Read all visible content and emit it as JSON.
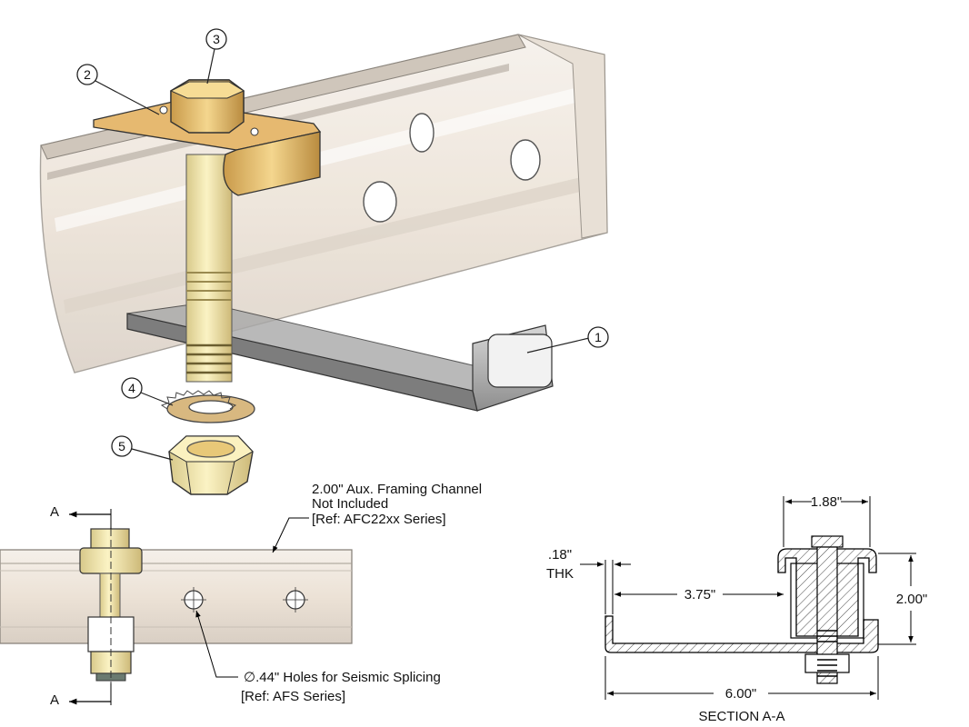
{
  "callouts": [
    "1",
    "2",
    "3",
    "4",
    "5"
  ],
  "notes": {
    "channel_line1": "2.00\" Aux. Framing Channel",
    "channel_line2": "Not Included",
    "channel_line3": "[Ref: AFC22xx Series]",
    "holes_line1": "∅.44\" Holes for Seismic Splicing",
    "holes_line2": "[Ref: AFS Series]"
  },
  "section_markers": {
    "top": "A",
    "bottom": "A"
  },
  "section": {
    "title": "SECTION A-A",
    "dim_top": "1.88\"",
    "dim_thk_1": ".18\"",
    "dim_thk_2": "THK",
    "dim_mid": "3.75\"",
    "dim_height": "2.00\"",
    "dim_bottom": "6.00\""
  },
  "colors": {
    "channel": "#eee6dc",
    "channel_edge": "#9a948c",
    "brass": "#e8c878",
    "bolt": "#f2e6a8",
    "steel": "#b8b8b8",
    "outline": "#222222"
  }
}
